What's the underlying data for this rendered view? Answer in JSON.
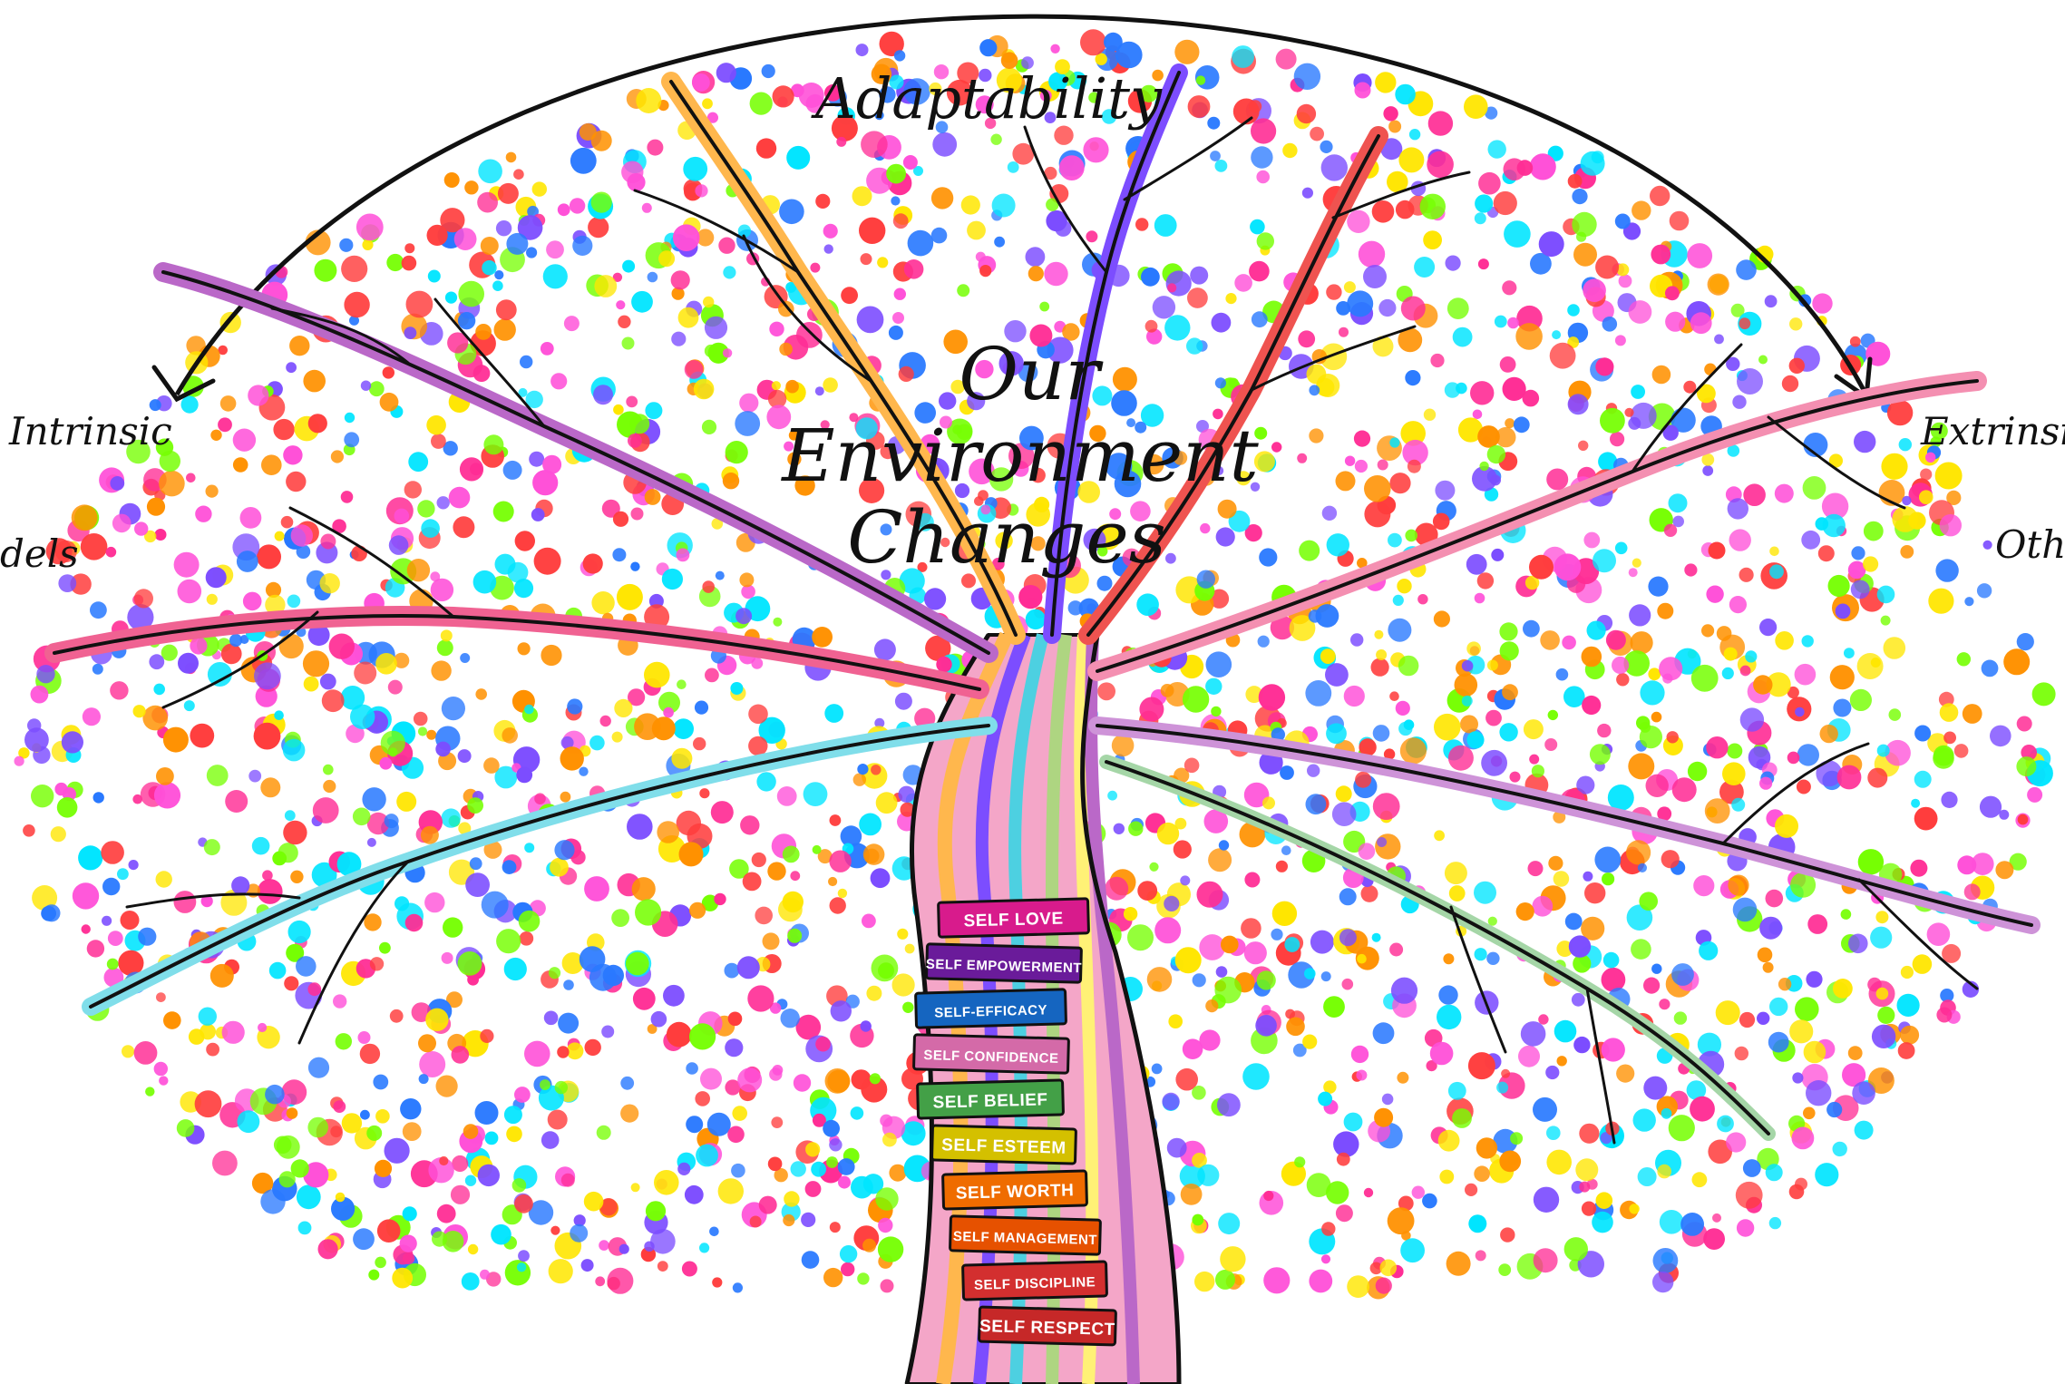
{
  "top_label": "Adaptability",
  "center_title": [
    "Our",
    "Environment",
    "Changes"
  ],
  "side_labels": {
    "left_1": "Intrinsic",
    "left_2": "dels",
    "right_1": "Extrinsic",
    "right_2": "Oth"
  },
  "trunk_labels": [
    {
      "text": "SELF LOVE",
      "color": "#d81b8c"
    },
    {
      "text": "SELF EMPOWERMENT",
      "color": "#6a1b9a"
    },
    {
      "text": "SELF-EFFICACY",
      "color": "#1565c0"
    },
    {
      "text": "SELF CONFIDENCE",
      "color": "#d46aa8"
    },
    {
      "text": "SELF BELIEF",
      "color": "#43a047"
    },
    {
      "text": "SELF ESTEEM",
      "color": "#d4c000"
    },
    {
      "text": "SELF WORTH",
      "color": "#ef6c00"
    },
    {
      "text": "SELF MANAGEMENT",
      "color": "#e65100"
    },
    {
      "text": "SELF DISCIPLINE",
      "color": "#d32f2f"
    },
    {
      "text": "SELF RESPECT",
      "color": "#c62828"
    }
  ],
  "dot_palette": [
    "#ff2d95",
    "#ffe600",
    "#7c4dff",
    "#00e5ff",
    "#76ff03",
    "#ff3d3d",
    "#ff9100",
    "#ff4fd8",
    "#2979ff"
  ]
}
